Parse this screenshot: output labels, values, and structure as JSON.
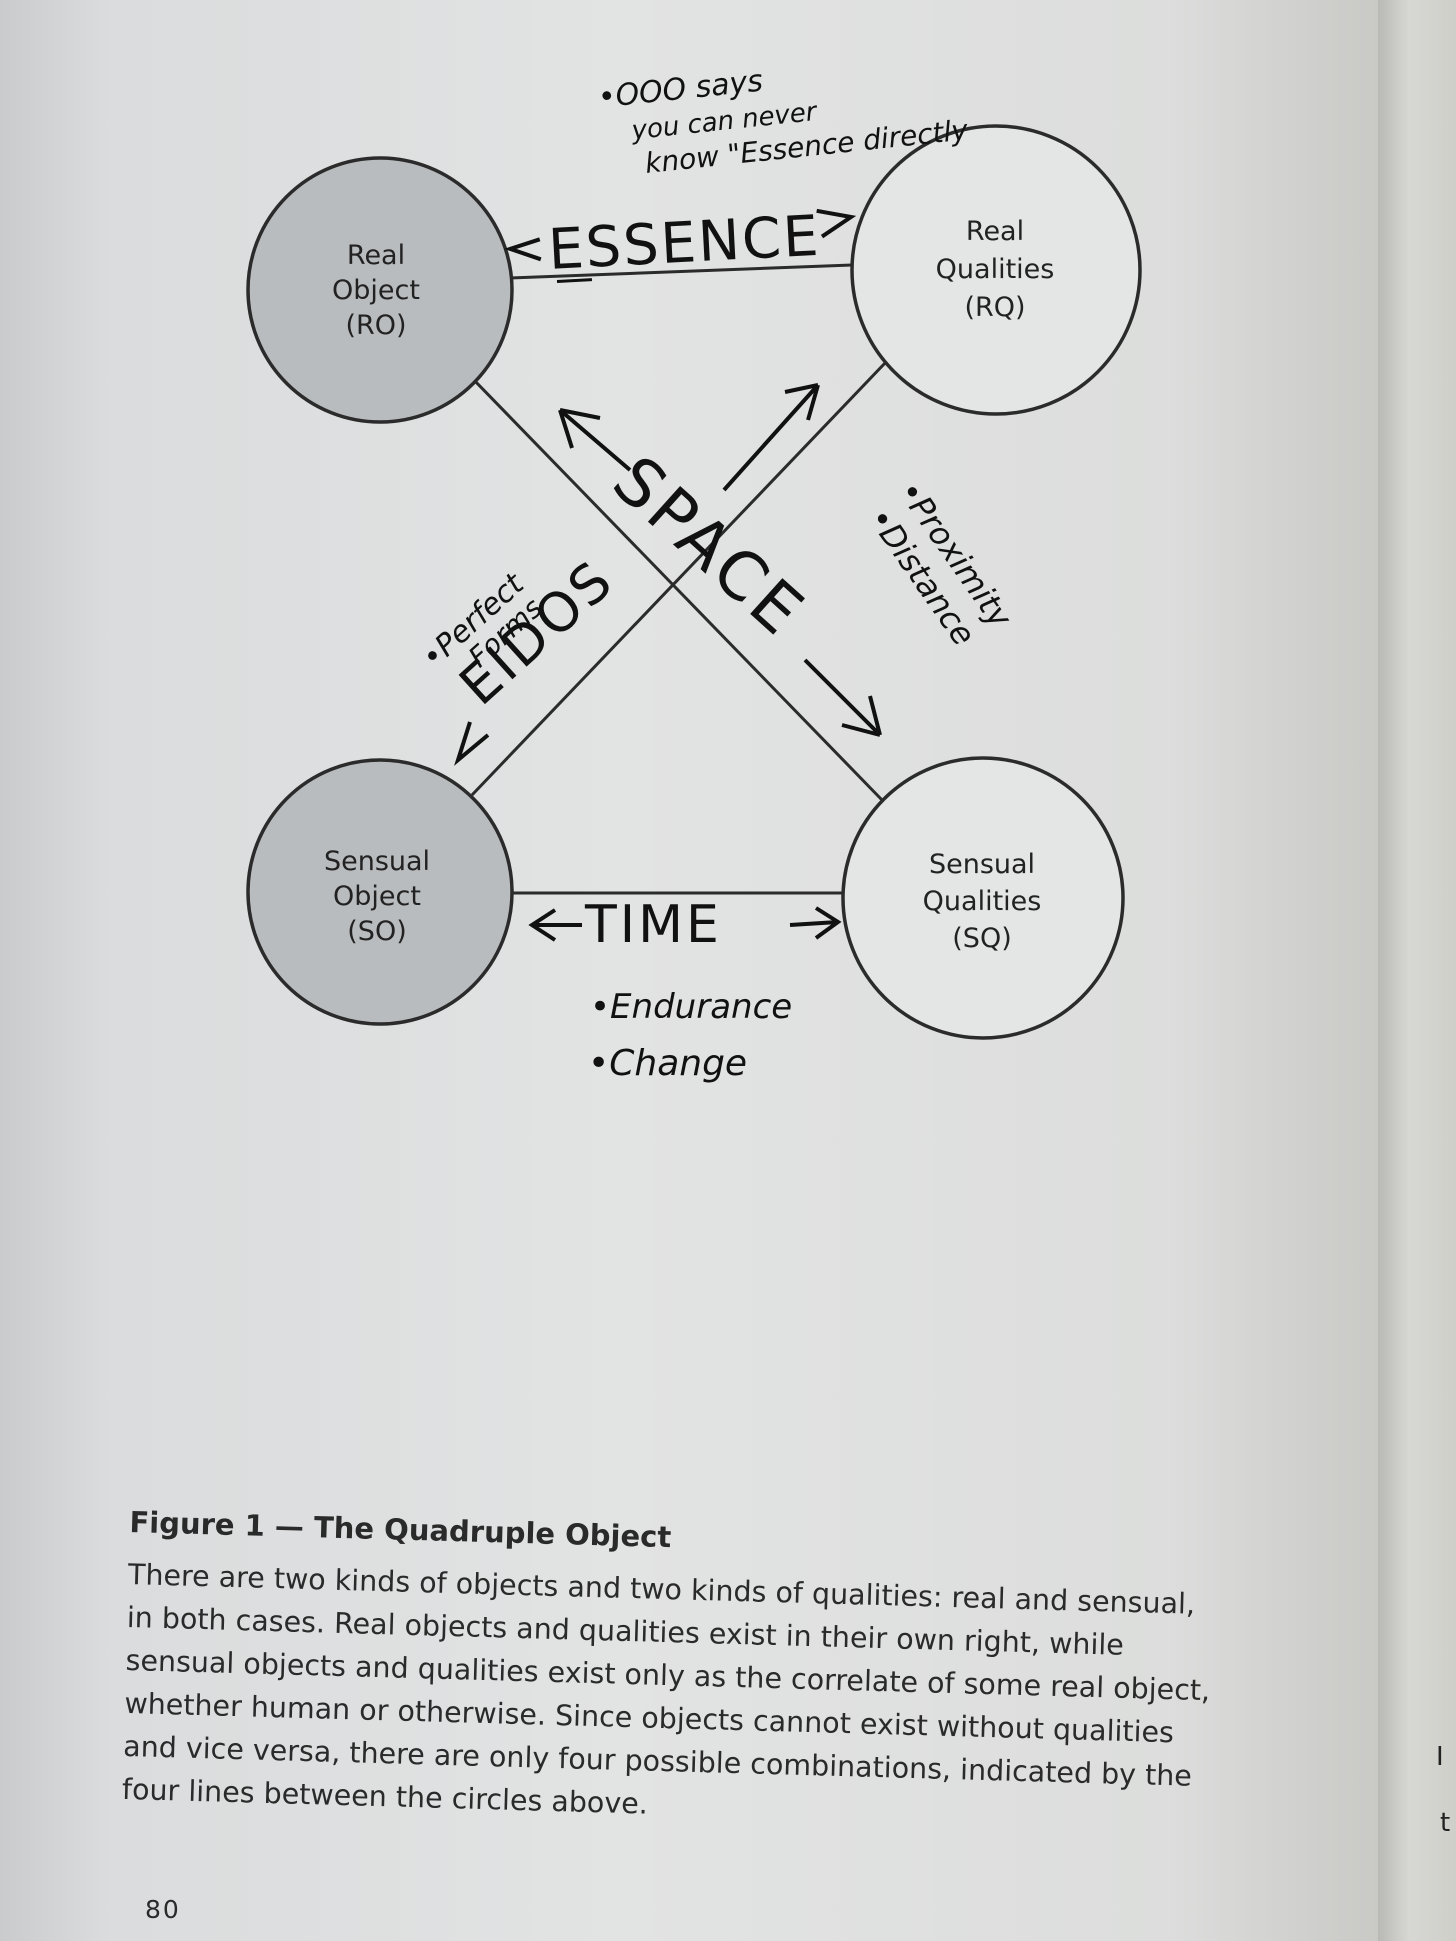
{
  "diagram": {
    "nodes": [
      {
        "id": "ro",
        "lines": [
          "Real",
          "Object",
          "(RO)"
        ],
        "kind": "object",
        "fill": "#b9bcbe"
      },
      {
        "id": "rq",
        "lines": [
          "Real",
          "Qualities",
          "(RQ)"
        ],
        "kind": "quality",
        "fill": "#e4e5e5"
      },
      {
        "id": "so",
        "lines": [
          "Sensual",
          "Object",
          "(SO)"
        ],
        "kind": "object",
        "fill": "#b9bcbe"
      },
      {
        "id": "sq",
        "lines": [
          "Sensual",
          "Qualities",
          "(SQ)"
        ],
        "kind": "quality",
        "fill": "#e4e5e5"
      }
    ],
    "edges": [
      {
        "from": "ro",
        "to": "rq"
      },
      {
        "from": "so",
        "to": "sq"
      },
      {
        "from": "ro",
        "to": "sq"
      },
      {
        "from": "so",
        "to": "rq"
      }
    ],
    "annotations": {
      "essence_note": [
        "•OOO says",
        "you can never",
        "know \"Essence directly"
      ],
      "essence": "ESSENCE",
      "space": "SPACE",
      "eidos": "EIDOS",
      "eidos_note": [
        "•Perfect",
        "Forms"
      ],
      "space_note": [
        "•Proximity",
        "•Distance"
      ],
      "time": "TIME",
      "time_note": [
        "•Endurance",
        "•Change"
      ]
    }
  },
  "caption": {
    "figure_label": "Figure 1 — The Quadruple Object",
    "text": "There are two kinds of objects and two kinds of qualities: real and sensual, in both cases. Real objects and qualities exist in their own right, while sensual objects and qualities exist only as the correlate of some real object, whether human or otherwise. Since objects cannot exist without qualities and vice versa, there are only four possible combinations, indicated by the four lines between the circles above."
  },
  "page_number": "80",
  "next_page_letters": [
    "I",
    "t"
  ],
  "colors": {
    "ink": "#222222",
    "pen": "#111111",
    "page": "#e2e3e3"
  }
}
